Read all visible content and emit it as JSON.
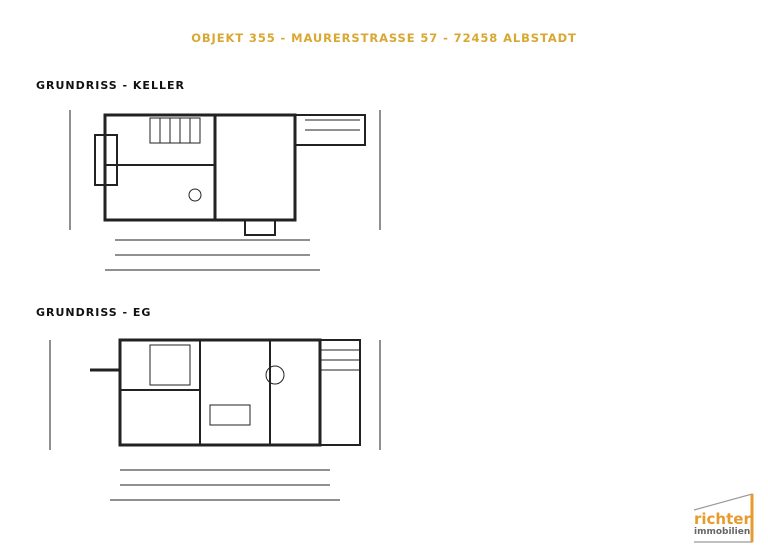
{
  "header": {
    "title": "OBJEKT 355 - MAURERSTRASSE 57 - 72458 ALBSTADT"
  },
  "sections": [
    {
      "title": "GRUNDRISS - KELLER"
    },
    {
      "title": "GRUNDRISS - EG"
    }
  ],
  "logo": {
    "line1": "richter",
    "line2": "immobilien",
    "colors": {
      "accent": "#e79b2c",
      "text": "#666666"
    }
  },
  "colors": {
    "title": "#d9a832"
  }
}
